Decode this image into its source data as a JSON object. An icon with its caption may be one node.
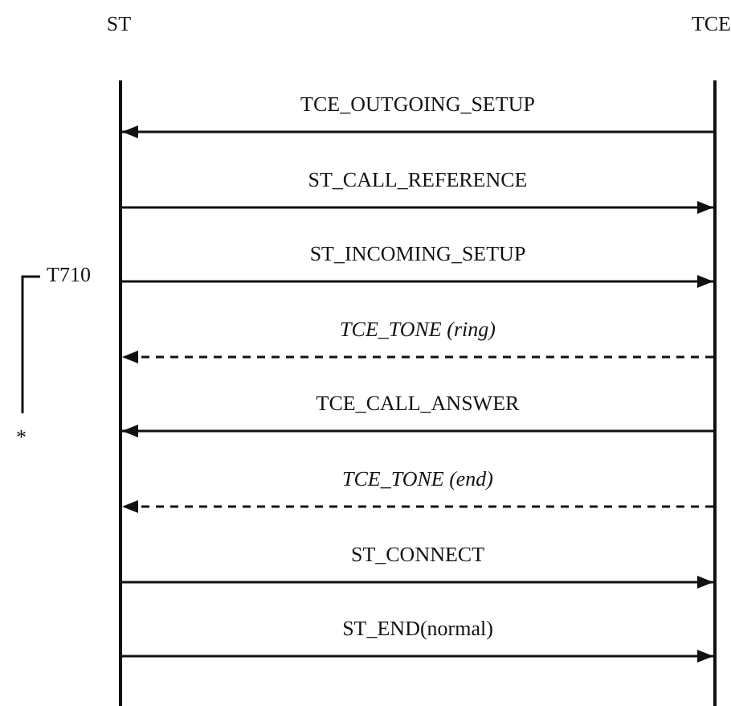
{
  "diagram": {
    "nodes": [
      {
        "text": [
          "ST"
        ]
      },
      {
        "text": [
          "TCE"
        ]
      }
    ],
    "edges": [
      {
        "from": 1,
        "to": 0,
        "arrow": "to",
        "label": "TCE_OUTGOING_SETUP"
      },
      {
        "from": 0,
        "to": 1,
        "arrow": "to",
        "label": "ST_CALL_REFERENCE"
      },
      {
        "from": 0,
        "to": 1,
        "arrow": "to",
        "label": "ST_INCOMING_SETUP"
      },
      {
        "from": 1,
        "to": 0,
        "arrow": "to",
        "label": "TCE_TONE (ring)",
        "style": "dashed"
      },
      {
        "from": 1,
        "to": 0,
        "arrow": "to",
        "label": "TCE_CALL_ANSWER"
      },
      {
        "from": 1,
        "to": 0,
        "arrow": "to",
        "label": "TCE_TONE (end)",
        "style": "dashed"
      },
      {
        "from": 0,
        "to": 1,
        "arrow": "to",
        "label": "ST_CONNECT"
      },
      {
        "from": 0,
        "to": 1,
        "arrow": "to",
        "label": "ST_END(normal)"
      }
    ],
    "labels": [
      "T710",
      "*"
    ]
  }
}
